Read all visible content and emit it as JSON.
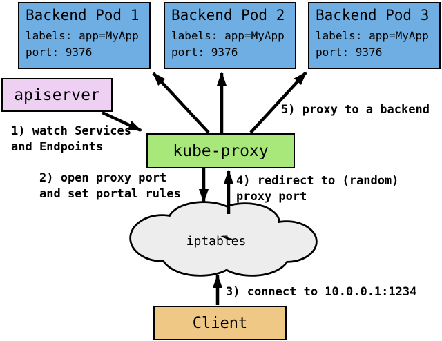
{
  "diagram": {
    "title_hint": "Kubernetes userspace proxy mode overview",
    "pods": [
      {
        "title": "Backend Pod 1",
        "labels_line": "labels: app=MyApp",
        "port_line": "port: 9376"
      },
      {
        "title": "Backend Pod 2",
        "labels_line": "labels: app=MyApp",
        "port_line": "port: 9376"
      },
      {
        "title": "Backend Pod 3",
        "labels_line": "labels: app=MyApp",
        "port_line": "port: 9376"
      }
    ],
    "apiserver": {
      "label": "apiserver"
    },
    "kube_proxy": {
      "label": "kube-proxy"
    },
    "iptables": {
      "label": "iptables"
    },
    "client": {
      "label": "Client"
    },
    "annotations": {
      "step1": {
        "line1": "1) watch Services",
        "line2": "and Endpoints"
      },
      "step2": {
        "line1": "2) open proxy port",
        "line2": "and set portal rules"
      },
      "step3": {
        "line1": "3) connect to 10.0.0.1:1234"
      },
      "step4": {
        "line1": "4) redirect to (random)",
        "line2": "proxy port"
      },
      "step5": {
        "line1": "5) proxy to a backend"
      }
    },
    "colors": {
      "pod_fill": "#6FAEE2",
      "apiserver_fill": "#EDD0F2",
      "kube_proxy_fill": "#A8E87A",
      "client_fill": "#EFC885",
      "cloud_fill": "#EDEDED",
      "outline": "#000000"
    }
  }
}
